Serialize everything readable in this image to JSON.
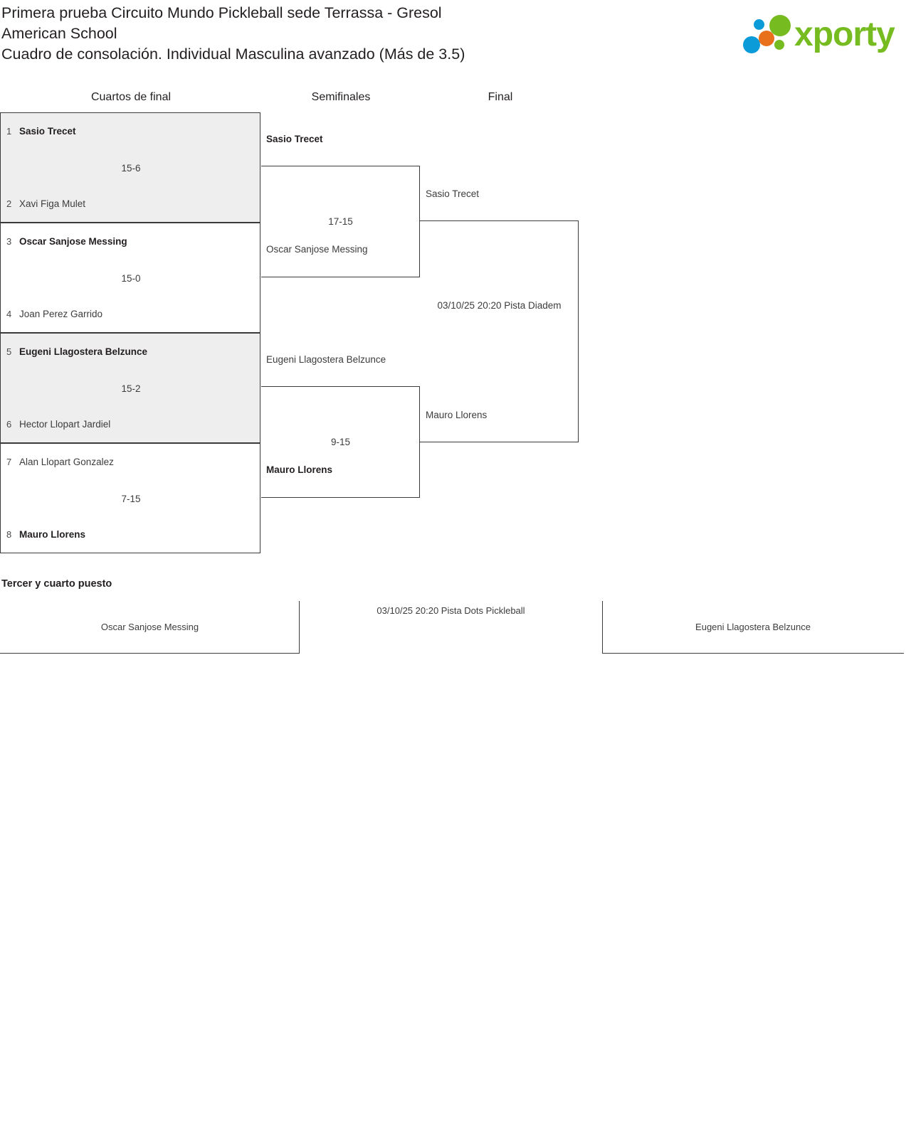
{
  "header": {
    "title_lines": [
      "Primera prueba Circuito Mundo Pickleball sede Terrassa - Gresol",
      "American School",
      "Cuadro de consolación. Individual Masculina avanzado (Más de 3.5)"
    ],
    "logo_text": "xporty",
    "logo_colors": {
      "green": "#76bc21",
      "blue": "#0b9bd8",
      "orange": "#e8701a"
    }
  },
  "rounds": {
    "quarterfinals_label": "Cuartos de final",
    "semifinals_label": "Semifinales",
    "final_label": "Final"
  },
  "quarterfinals": [
    {
      "shaded": true,
      "top": {
        "seed": "1",
        "name": "Sasio Trecet",
        "winner": true
      },
      "bottom": {
        "seed": "2",
        "name": "Xavi Figa Mulet",
        "winner": false
      },
      "score": "15-6"
    },
    {
      "shaded": false,
      "top": {
        "seed": "3",
        "name": "Oscar Sanjose Messing",
        "winner": true
      },
      "bottom": {
        "seed": "4",
        "name": "Joan Perez Garrido",
        "winner": false
      },
      "score": "15-0"
    },
    {
      "shaded": true,
      "top": {
        "seed": "5",
        "name": "Eugeni Llagostera Belzunce",
        "winner": true
      },
      "bottom": {
        "seed": "6",
        "name": "Hector Llopart Jardiel",
        "winner": false
      },
      "score": "15-2"
    },
    {
      "shaded": false,
      "top": {
        "seed": "7",
        "name": "Alan Llopart Gonzalez",
        "winner": false
      },
      "bottom": {
        "seed": "8",
        "name": "Mauro Llorens",
        "winner": true
      },
      "score": "7-15"
    }
  ],
  "semifinals": [
    {
      "top": {
        "name": "Sasio Trecet",
        "winner": true
      },
      "bottom": {
        "name": "Oscar Sanjose Messing",
        "winner": false
      },
      "score": "17-15"
    },
    {
      "top": {
        "name": "Eugeni Llagostera Belzunce",
        "winner": false
      },
      "bottom": {
        "name": "Mauro Llorens",
        "winner": true
      },
      "score": "9-15"
    }
  ],
  "final": {
    "top": {
      "name": "Sasio Trecet",
      "winner": false
    },
    "bottom": {
      "name": "Mauro Llorens",
      "winner": false
    },
    "info": "03/10/25 20:20 Pista Diadem"
  },
  "third_place": {
    "title": "Tercer y cuarto puesto",
    "left_name": "Oscar Sanjose Messing",
    "right_name": "Eugeni Llagostera Belzunce",
    "info": "03/10/25 20:20 Pista Dots Pickleball"
  }
}
